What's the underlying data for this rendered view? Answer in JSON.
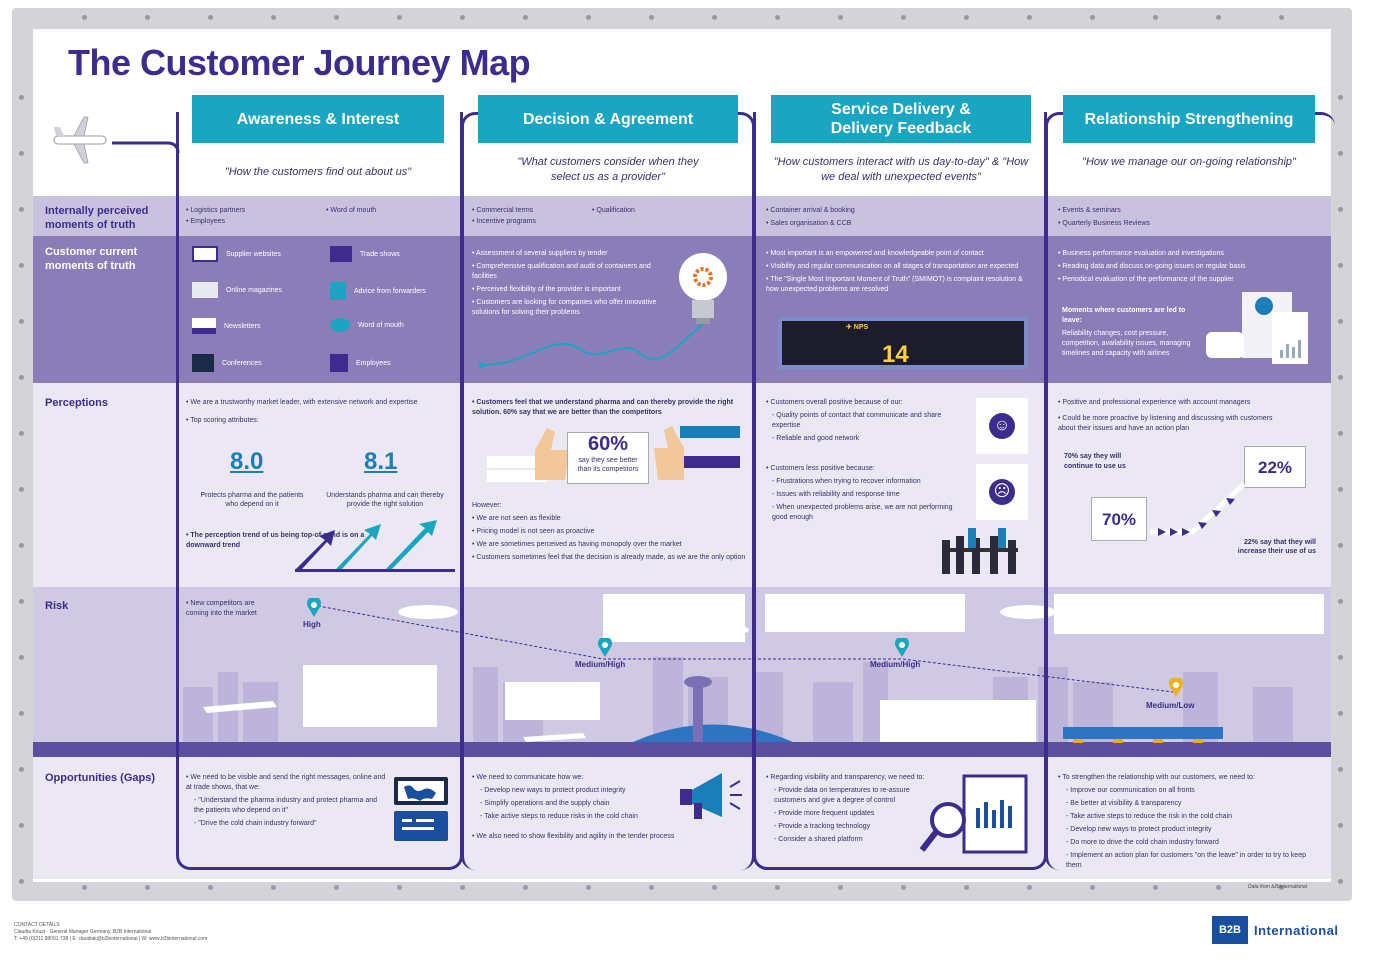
{
  "title": "The Customer Journey Map",
  "stages": [
    {
      "name": "Awareness & Interest",
      "quote": "\"How the customers find out about us\""
    },
    {
      "name": "Decision & Agreement",
      "quote": "\"What customers consider when they select us as a provider\""
    },
    {
      "name": "Service Delivery & Delivery Feedback",
      "quote": "\"How customers interact with us day-to-day\" & \"How we deal with unexpected events\""
    },
    {
      "name": "Relationship Strengthening",
      "quote": "\"How we manage our on-going relationship\""
    }
  ],
  "rows": {
    "internal": "Internally perceived moments of truth",
    "current": "Customer current moments of truth",
    "perceptions": "Perceptions",
    "risk": "Risk",
    "opportunities": "Opportunities (Gaps)"
  },
  "internal": {
    "s1": [
      "• Logistics partners",
      "• Employees",
      "• Word of mouth"
    ],
    "s2": [
      "• Commercial terms",
      "• Incentive programs",
      "• Qualification"
    ],
    "s3": [
      "• Container arrival & booking",
      "• Sales organisation & CCB"
    ],
    "s4": [
      "• Events & seminars",
      "• Quarterly Business Reviews"
    ]
  },
  "current": {
    "s1": [
      "Supplier websites",
      "Trade shows",
      "Online magazines",
      "Advice from forwarders",
      "Newsletters",
      "Word of mouth",
      "Conferences",
      "Employees"
    ],
    "s2": [
      "• Assessment of several suppliers by tender",
      "• Comprehensive qualification and audit of containers and facilities",
      "• Perceived flexibility of the provider is important",
      "• Customers are looking for companies who offer innovative solutions for solving their problems"
    ],
    "s3": [
      "• Most important is an empowered and knowledgeable point of contact",
      "• Visibility and regular communication on all stages of transportation are expected",
      "• The \"Single Most Important Moment of Truth\" (SMIMOT) is complaint resolution & how unexpected problems are resolved"
    ],
    "s3_nps": "14",
    "s4": [
      "• Business performance evaluation and investigations",
      "• Reading data and discuss on-going issues on regular basis",
      "• Periodical evaluation of the performance of the supplier"
    ],
    "s4_leave_title": "Moments where customers are led to leave:",
    "s4_leave": "Reliability changes, cost pressure, competition, availability issues, managing timelines and capacity with airlines"
  },
  "perceptions": {
    "s1_intro": "• We are a trustworthy market leader, with extensive network and expertise",
    "s1_attr": "• Top scoring attributes:",
    "s1_score1": "8.0",
    "s1_score1_cap": "Protects pharma and the patients who depend on it",
    "s1_score2": "8.1",
    "s1_score2_cap": "Understands pharma and can thereby provide the right solution",
    "s1_trend": "• The perception trend of us being top-of-mind is on a downward trend",
    "s2_intro": "• Customers feel that we understand pharma and can thereby provide the right solution. 60% say that we are better than the competitors",
    "s2_pct": "60%",
    "s2_pct_cap": "say they see better than its competitors",
    "s2_however": "However:",
    "s2_items": [
      "• We are not seen as flexible",
      "• Pricing model is not seen as proactive",
      "• We are sometimes perceived as having monopoly over the market",
      "• Customers sometimes feel that the decision is already made, as we are the only option"
    ],
    "s3_pos_title": "• Customers overall positive because of our:",
    "s3_pos": [
      "- Quality points of contact that communicate and share expertise",
      "- Reliable and good network"
    ],
    "s3_neg_title": "• Customers less positive because:",
    "s3_neg": [
      "- Frustrations when trying to recover information",
      "- Issues with reliability and response time",
      "- When unexpected problems arise, we are not performing good enough"
    ],
    "s4_items": [
      "• Positive and professional experience with account managers",
      "• Could be more proactive by listening and discussing with customers about their issues and have an action plan"
    ],
    "s4_70_cap": "70% say they will continue to use us",
    "s4_70": "70%",
    "s4_22": "22%",
    "s4_22_cap": "22% say that they will increase their use of us"
  },
  "risk": {
    "s1_text": "• New competitors are coming into the market",
    "p1": "High",
    "p2": "Medium/High",
    "p3": "Medium/High",
    "p4": "Medium/Low"
  },
  "opportunities": {
    "s1_intro": "• We need to be visible and send the right messages, online and at trade shows, that we:",
    "s1_items": [
      "- \"Understand the pharma industry and protect pharma and the patients who depend on it\"",
      "- \"Drive the cold chain industry forward\""
    ],
    "s2_intro": "• We need to communicate how we:",
    "s2_items": [
      "- Develop new ways to protect product integrity",
      "- Simplify operations and the supply chain",
      "- Take active steps to reduce risks in the cold chain"
    ],
    "s2_extra": "• We also need to show flexibility and agility in the tender process",
    "s3_intro": "• Regarding visibility and transparency, we need to:",
    "s3_items": [
      "- Provide data on temperatures to re-assure customers and give a degree of control",
      "- Provide more frequent updates",
      "- Provide a tracking technology",
      "- Consider a shared platform"
    ],
    "s4_intro": "• To strengthen the relationship with our customers, we need to:",
    "s4_items": [
      "- Improve our communication on all fronts",
      "- Be better at visibility & transparency",
      "- Take active steps to reduce the risk in the cold chain",
      "- Develop new ways to protect product integrity",
      "- Do more to drive the cold chain industry forward",
      "- Implement an action plan for customers \"on the leave\" in order to try to keep them"
    ]
  },
  "footer": {
    "contact_title": "CONTACT DETAILS",
    "contact_line1": "Claudia Knust - General Manager Germany, B2B International",
    "contact_line2": "T: +49 (0)211 98091 738 | E: claudiak@b2binternational | W: www.b2binternational.com",
    "source": "Data from b2binternational",
    "logo_box": "B2B",
    "logo_text": "International"
  },
  "colors": {
    "accent": "#1aa5c0",
    "brand": "#3d2c8d",
    "band_dark": "#8a7db8"
  }
}
